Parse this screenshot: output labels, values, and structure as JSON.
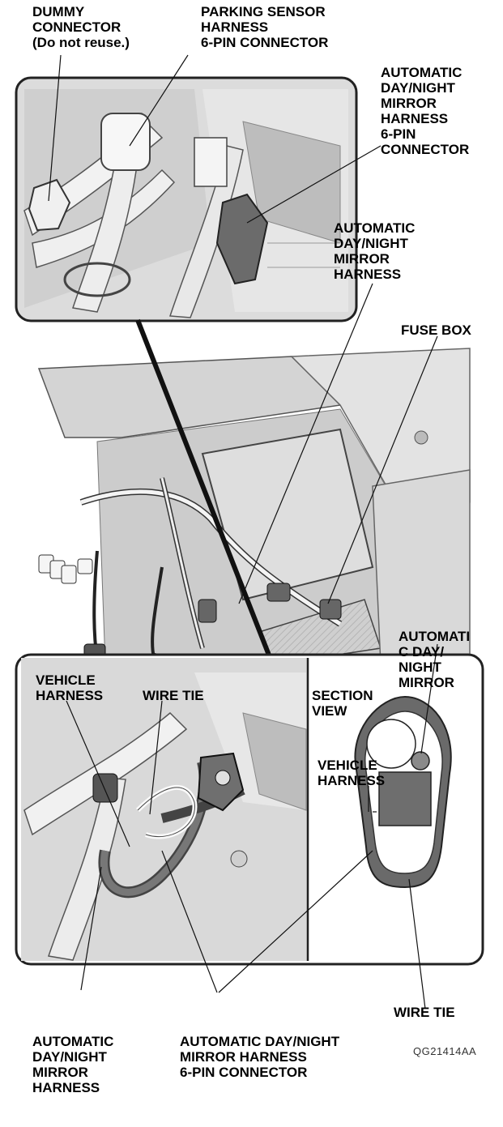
{
  "labels": {
    "dummy_connector": "DUMMY\nCONNECTOR\n(Do not reuse.)",
    "parking_sensor": "PARKING SENSOR\nHARNESS\n6-PIN CONNECTOR",
    "mirror_harness_6pin_top": "AUTOMATIC\nDAY/NIGHT\nMIRROR\nHARNESS\n6-PIN\nCONNECTOR",
    "mirror_harness_mid": "AUTOMATIC\nDAY/NIGHT\nMIRROR\nHARNESS",
    "fuse_box": "FUSE BOX",
    "vehicle_harness_left": "VEHICLE\nHARNESS",
    "wire_tie_top": "WIRE TIE",
    "section_view": "SECTION\nVIEW",
    "auto_mirror_section": "AUTOMATI\nC DAY/\nNIGHT\nMIRROR",
    "vehicle_harness_section": "VEHICLE\nHARNESS",
    "wire_tie_section": "WIRE TIE",
    "mirror_harness_bottom_left": "AUTOMATIC\nDAY/NIGHT\nMIRROR\nHARNESS",
    "mirror_harness_6pin_bottom": "AUTOMATIC DAY/NIGHT\nMIRROR HARNESS\n6-PIN CONNECTOR"
  },
  "figure_code": "QG21414AA"
}
